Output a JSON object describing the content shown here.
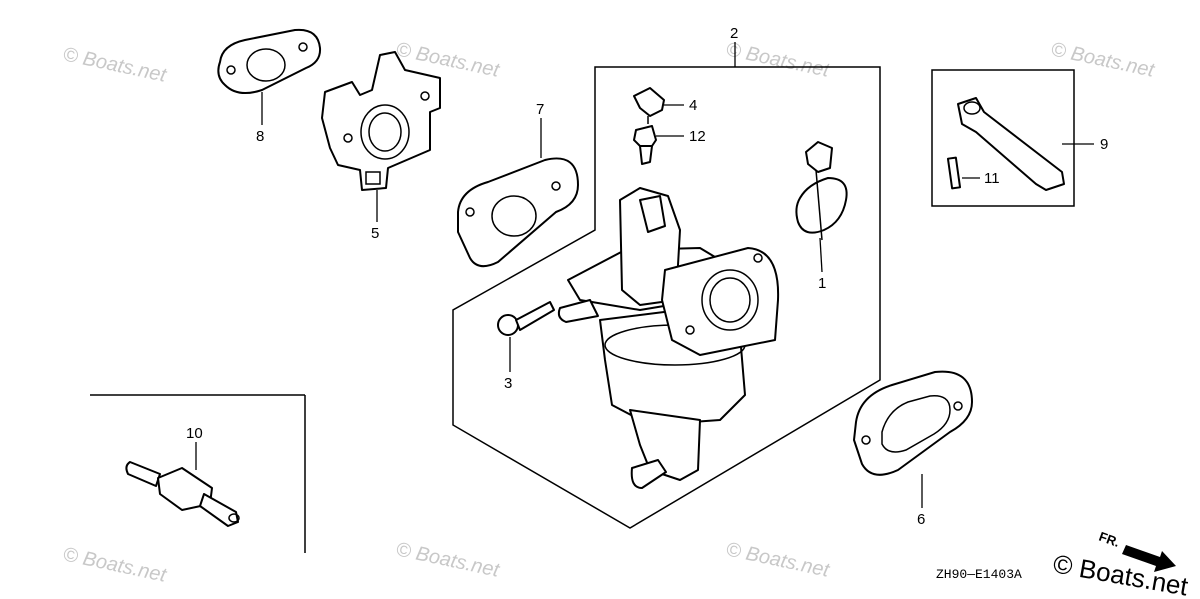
{
  "callouts": {
    "c1": "1",
    "c2": "2",
    "c3": "3",
    "c4": "4",
    "c5": "5",
    "c6": "6",
    "c7": "7",
    "c8": "8",
    "c9": "9",
    "c10": "10",
    "c11": "11",
    "c12": "12"
  },
  "diagram_code": "ZH90—E1403A",
  "direction_label": "FR.",
  "brand": "© Boats.net",
  "watermark": "© Boats.net",
  "icons": {
    "direction": "arrow-right-icon"
  }
}
